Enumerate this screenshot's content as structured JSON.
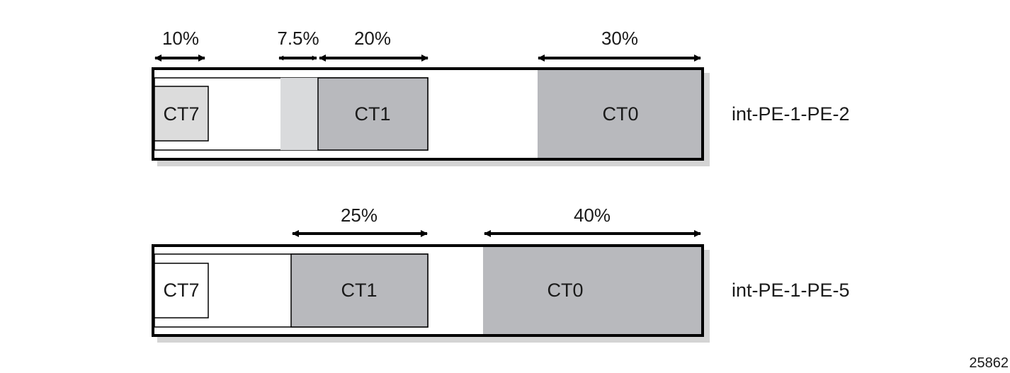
{
  "colors": {
    "stroke": "#000000",
    "shadow": "#d4d4d4",
    "ct_dark": "#b8b9bd",
    "ct_light": "#d9dadc",
    "ct_box_light": "#dcdcdc",
    "background": "#ffffff"
  },
  "links": [
    {
      "name": "int-PE-1-PE-2",
      "classes": [
        {
          "label": "CT7",
          "percent": "10%"
        },
        {
          "label": "",
          "percent": "7.5%"
        },
        {
          "label": "CT1",
          "percent": "20%"
        },
        {
          "label": "CT0",
          "percent": "30%"
        }
      ]
    },
    {
      "name": "int-PE-1-PE-5",
      "classes": [
        {
          "label": "CT7",
          "percent": ""
        },
        {
          "label": "CT1",
          "percent": "25%"
        },
        {
          "label": "CT0",
          "percent": "40%"
        }
      ]
    }
  ],
  "figure_id": "25862"
}
